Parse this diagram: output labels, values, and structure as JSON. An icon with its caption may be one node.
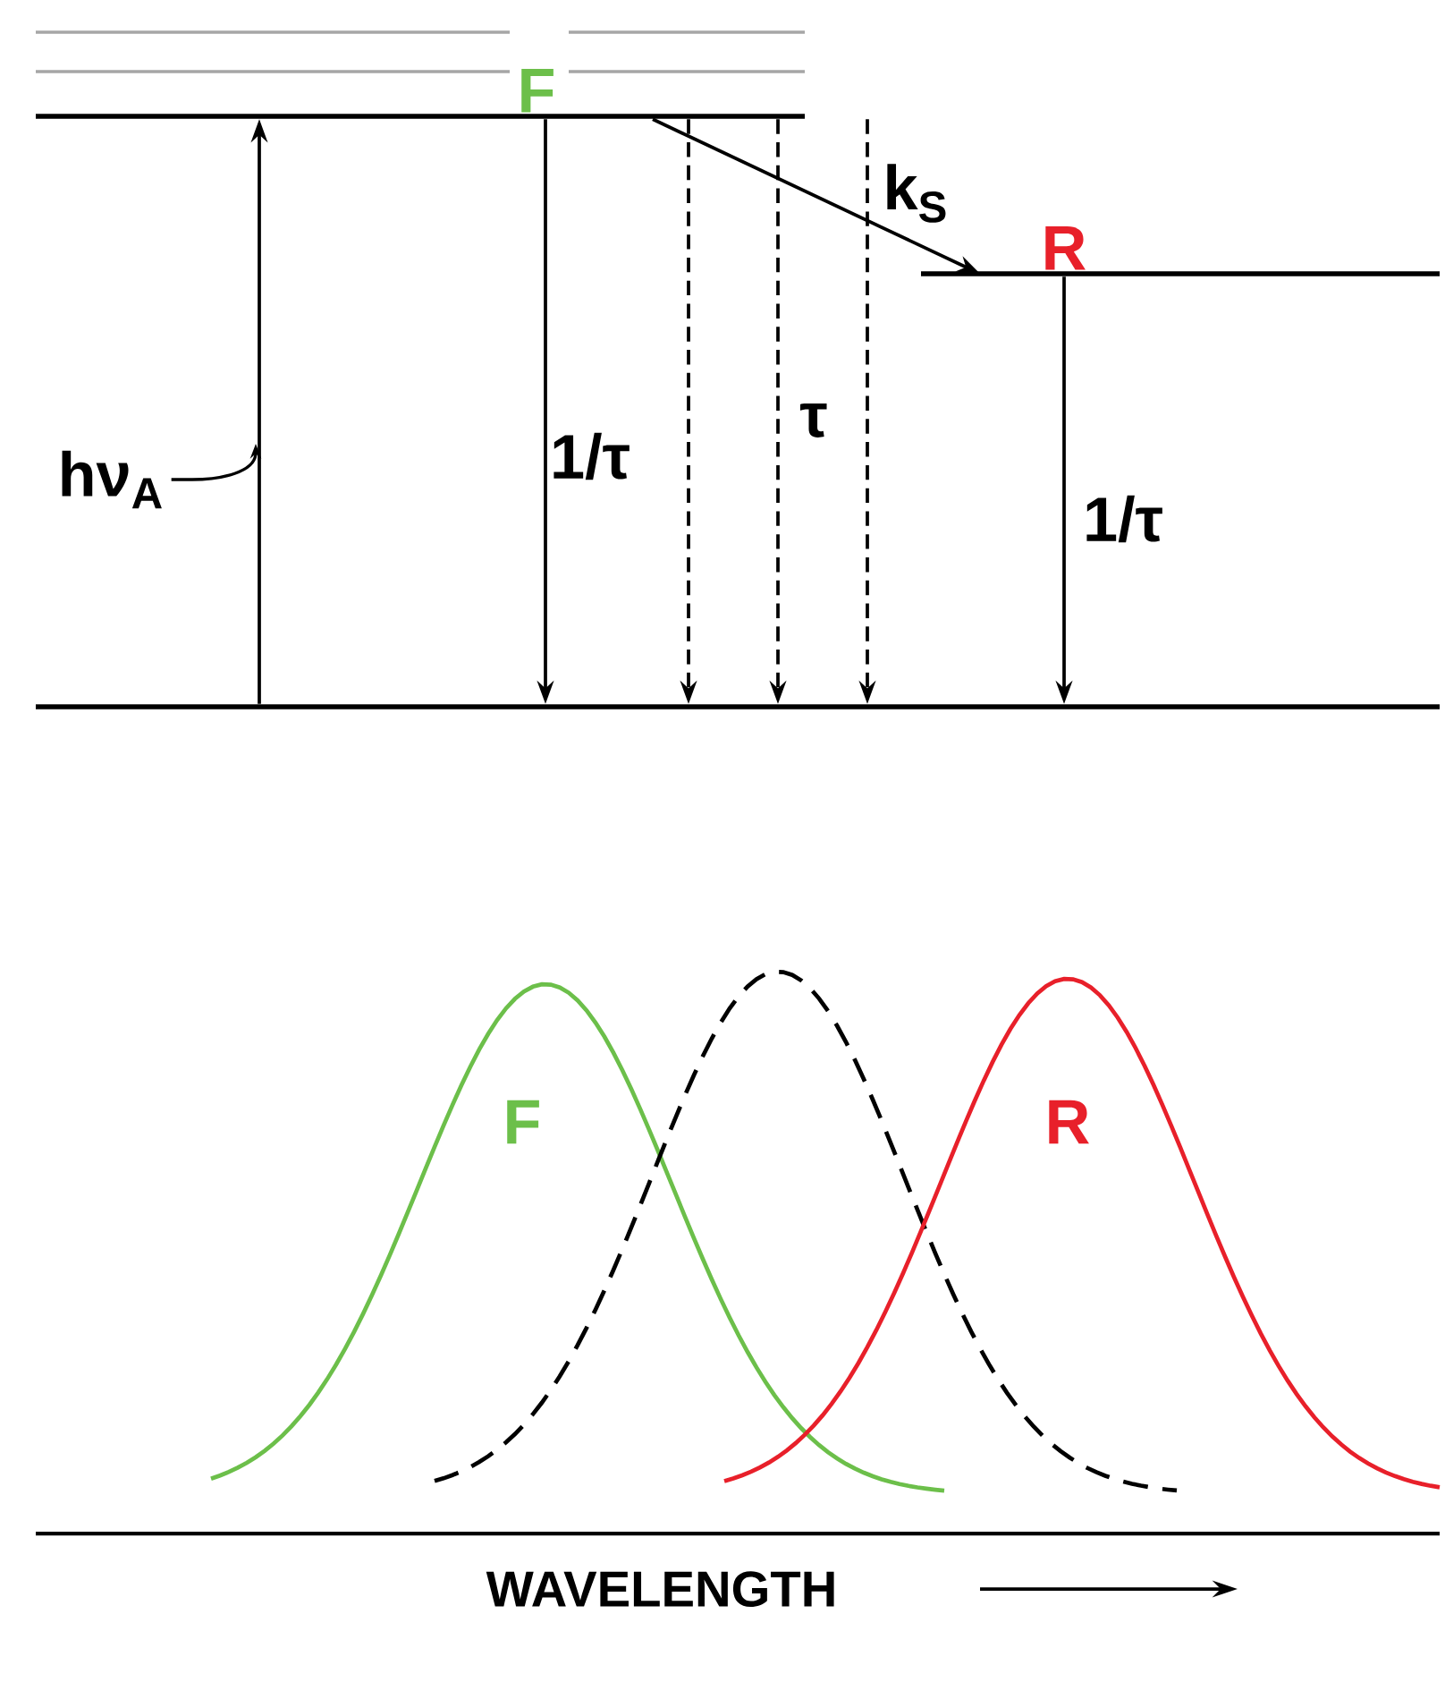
{
  "diagram": {
    "nodes": [
      {
        "text": [
          "F"
        ]
      },
      {
        "text": [
          "R"
        ]
      },
      {
        "text": [],
        "shape": "bar"
      }
    ],
    "edges": [
      {
        "from": 2,
        "to": 0,
        "arrow": "to",
        "label": "hν$_{A}$"
      },
      {
        "from": 0,
        "to": 2,
        "arrow": "to",
        "label": "1/τ"
      },
      {
        "from": 0,
        "to": 1,
        "arrow": "to",
        "label": "k$_{S}$"
      },
      {
        "from": 0,
        "to": 2,
        "arrow": "to",
        "style": "dashed"
      },
      {
        "from": 0,
        "to": 2,
        "arrow": "to",
        "style": "dashed",
        "label": "τ"
      },
      {
        "from": 0,
        "to": 2,
        "arrow": "to",
        "style": "dashed"
      },
      {
        "from": 1,
        "to": 2,
        "arrow": "to",
        "label": "1/τ"
      }
    ],
    "labels": [
      "F",
      "R",
      "WAVELENGTH"
    ]
  }
}
